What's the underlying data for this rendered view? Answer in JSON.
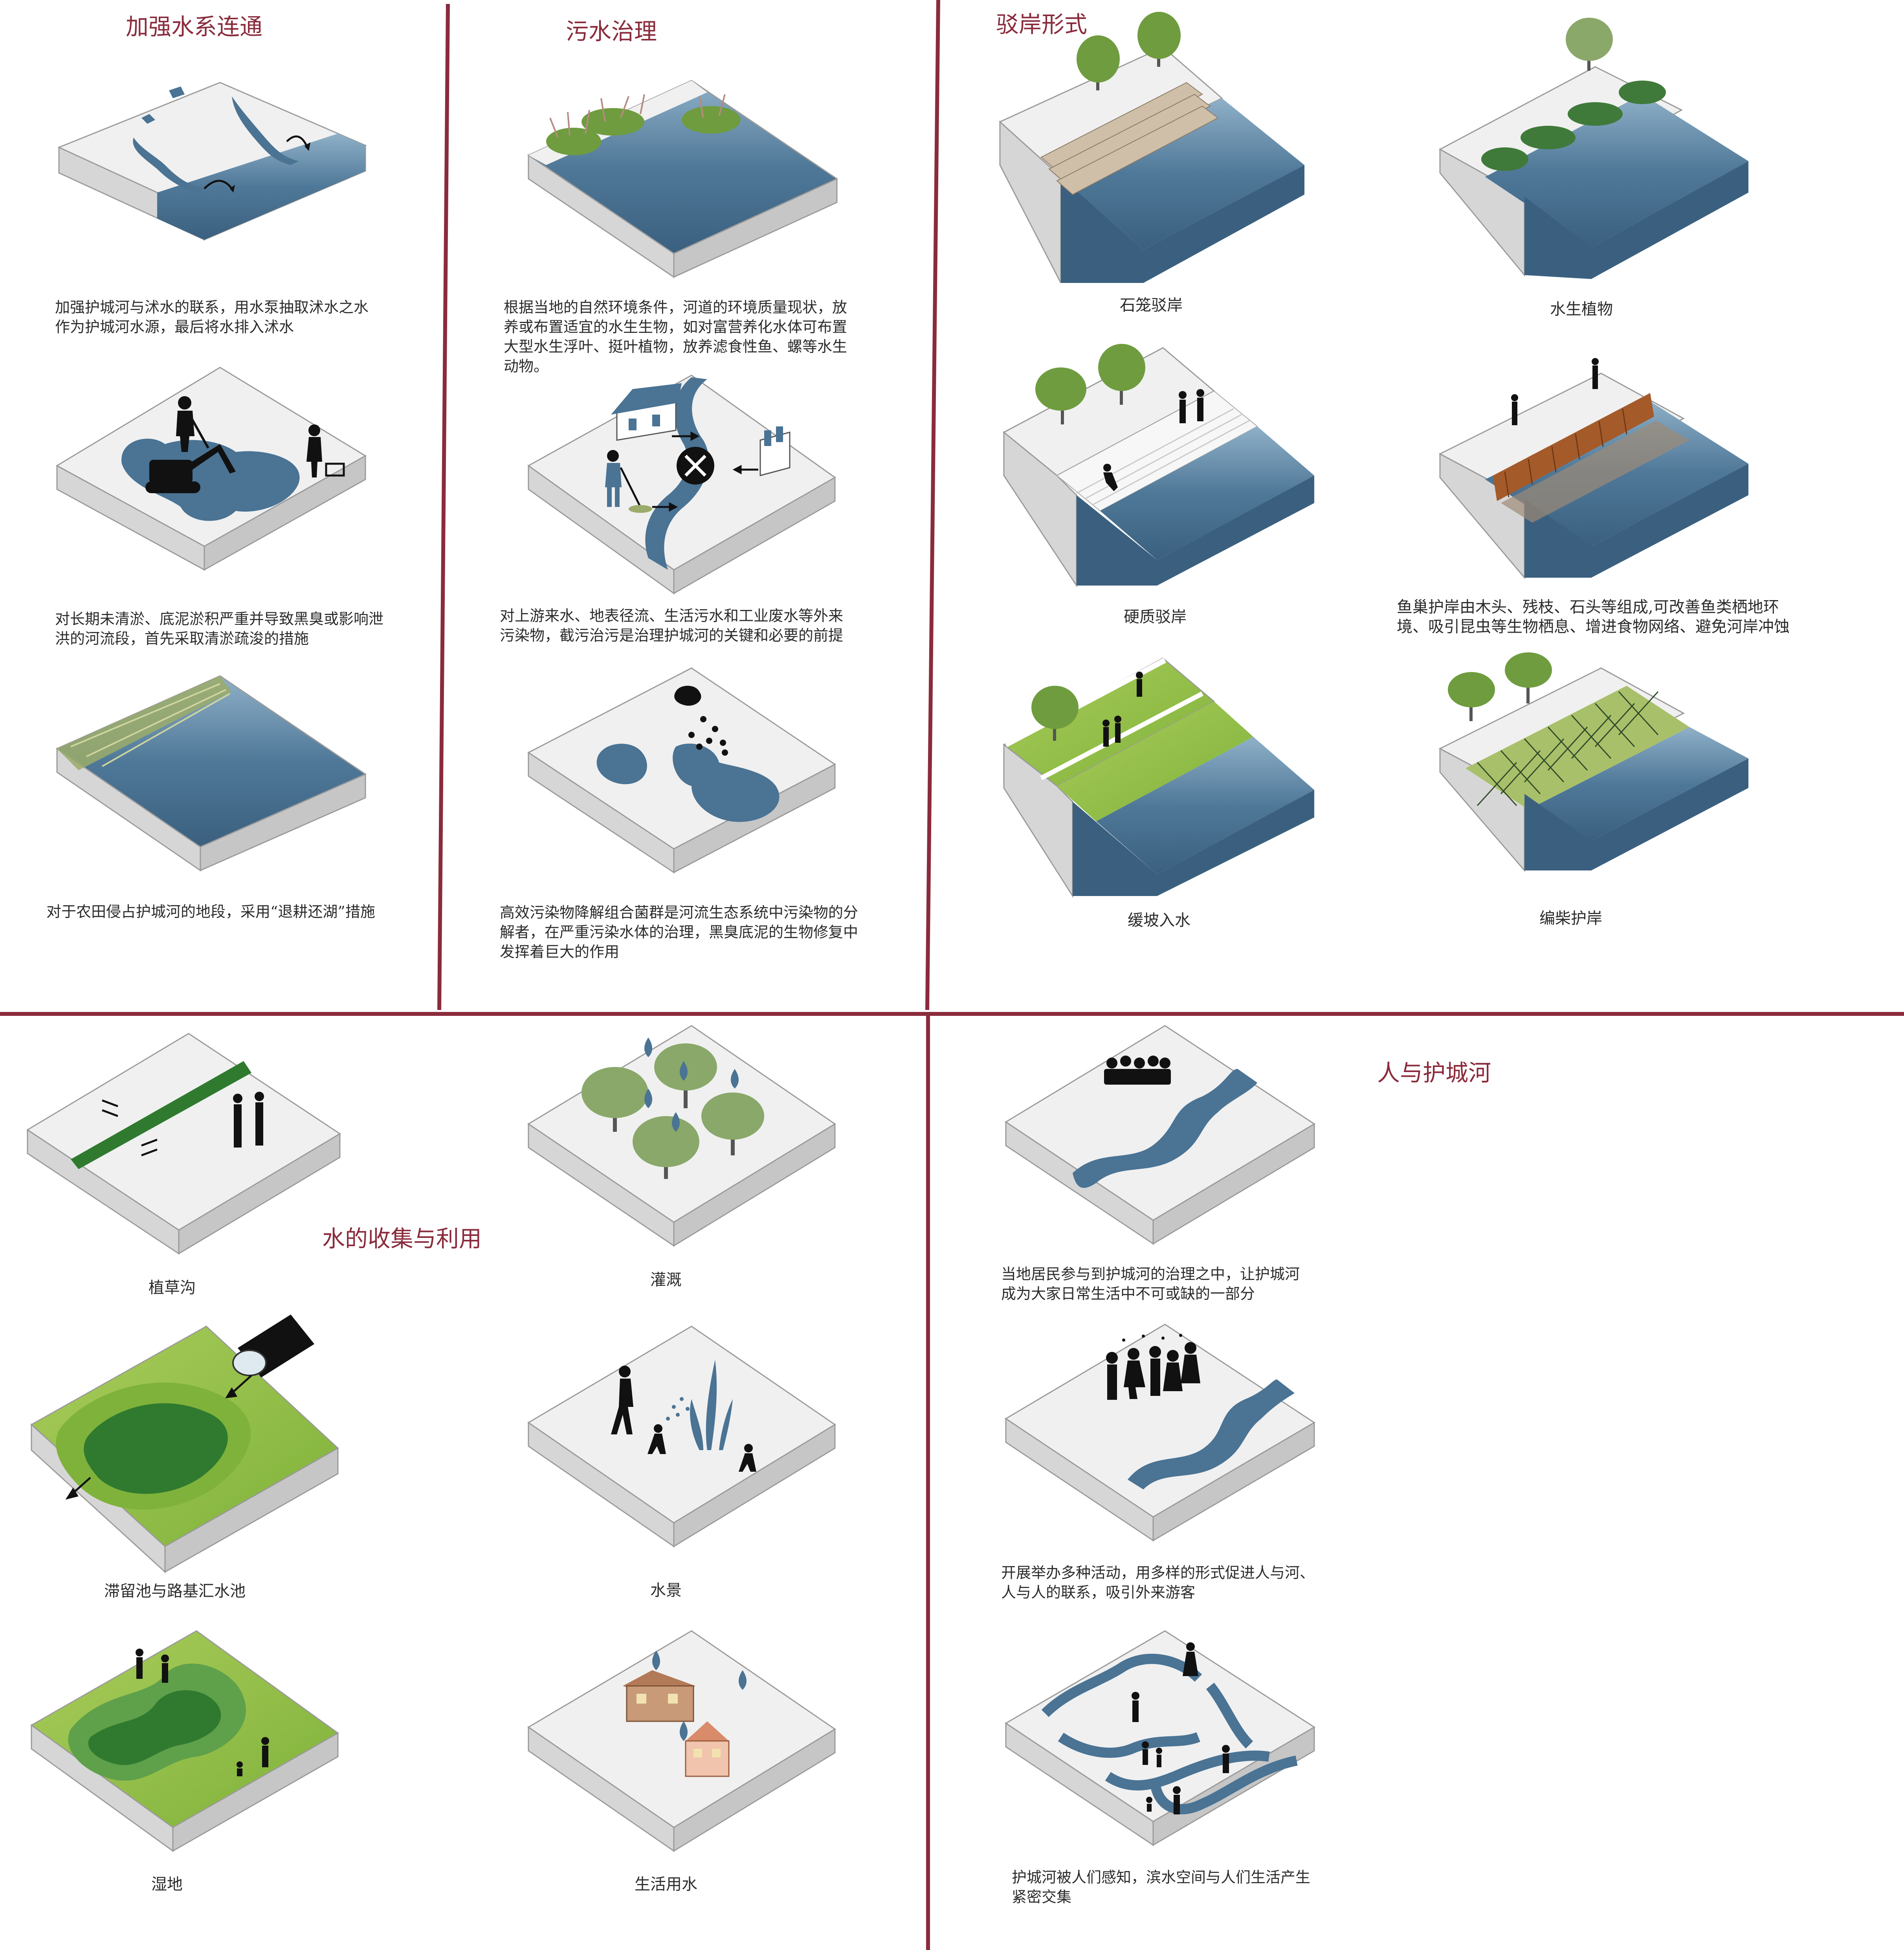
{
  "colors": {
    "divider": "#8a2b3c",
    "title": "#8a2b3c",
    "water": "#4a7394",
    "water_light": "#7fa1bd",
    "tile_top": "#f0f0f0",
    "tile_side": "#d0d0d0",
    "tile_edge": "#9a9a9a",
    "green": "#8bbf3a",
    "green_dark": "#2f7a2f",
    "tree": "#6f9c3f",
    "silhouette": "#111111"
  },
  "sections": {
    "water_connect": {
      "title": "加强水系连通",
      "items": [
        {
          "id": "pump",
          "desc": [
            "加强护城河与沭水的联系，用水泵抽取沭水之水",
            "作为护城河水源，最后将水排入沭水"
          ]
        },
        {
          "id": "dredge",
          "desc": [
            "对长期未清淤、底泥淤积严重并导致黑臭或影响泄",
            "洪的河流段，首先采取清淤疏浚的措施"
          ]
        },
        {
          "id": "farmland",
          "desc": [
            "对于农田侵占护城河的地段，采用“退耕还湖”措施"
          ]
        }
      ]
    },
    "sewage": {
      "title": "污水治理",
      "items": [
        {
          "id": "plants",
          "desc": [
            "根据当地的自然环境条件，河道的环境质量现状，放",
            "养或布置适宜的水生生物，如对富营养化水体可布置",
            "大型水生浮叶、挺叶植物，放养滤食性鱼、螺等水生",
            "动物。"
          ]
        },
        {
          "id": "intercept",
          "desc": [
            "对上游来水、地表径流、生活污水和工业废水等外来",
            "污染物，截污治污是治理护城河的关键和必要的前提"
          ]
        },
        {
          "id": "bacteria",
          "desc": [
            "高效污染物降解组合菌群是河流生态系统中污染物的分",
            "解者，在严重污染水体的治理，黑臭底泥的生物修复中",
            "发挥着巨大的作用"
          ]
        }
      ]
    },
    "revetment": {
      "title": "驳岸形式",
      "items": [
        {
          "id": "gabion",
          "caption": "石笼驳岸"
        },
        {
          "id": "aquatic",
          "caption": "水生植物"
        },
        {
          "id": "hard",
          "caption": "硬质驳岸"
        },
        {
          "id": "fishnest",
          "caption_lines": [
            "鱼巢护岸由木头、残枝、石头等组成,可改善鱼类栖地环",
            "境、吸引昆虫等生物栖息、增进食物网络、避免河岸冲蚀"
          ]
        },
        {
          "id": "slope",
          "caption": "缓坡入水"
        },
        {
          "id": "wicker",
          "caption": "编柴护岸"
        }
      ]
    },
    "collection": {
      "title": "水的收集与利用",
      "items": [
        {
          "id": "swale",
          "caption": "植草沟"
        },
        {
          "id": "irrigation",
          "caption": "灌溉"
        },
        {
          "id": "retention",
          "caption": "滞留池与路基汇水池"
        },
        {
          "id": "waterscape",
          "caption": "水景"
        },
        {
          "id": "wetland",
          "caption": "湿地"
        },
        {
          "id": "domestic",
          "caption": "生活用水"
        }
      ]
    },
    "people": {
      "title": "人与护城河",
      "items": [
        {
          "id": "participate",
          "desc": [
            "当地居民参与到护城河的治理之中，让护城河",
            "成为大家日常生活中不可或缺的一部分"
          ]
        },
        {
          "id": "activities",
          "desc": [
            "开展举办多种活动，用多样的形式促进人与河、",
            "人与人的联系，吸引外来游客"
          ]
        },
        {
          "id": "perceived",
          "desc": [
            "护城河被人们感知，滨水空间与人们生活产生",
            "紧密交集"
          ]
        }
      ]
    }
  }
}
